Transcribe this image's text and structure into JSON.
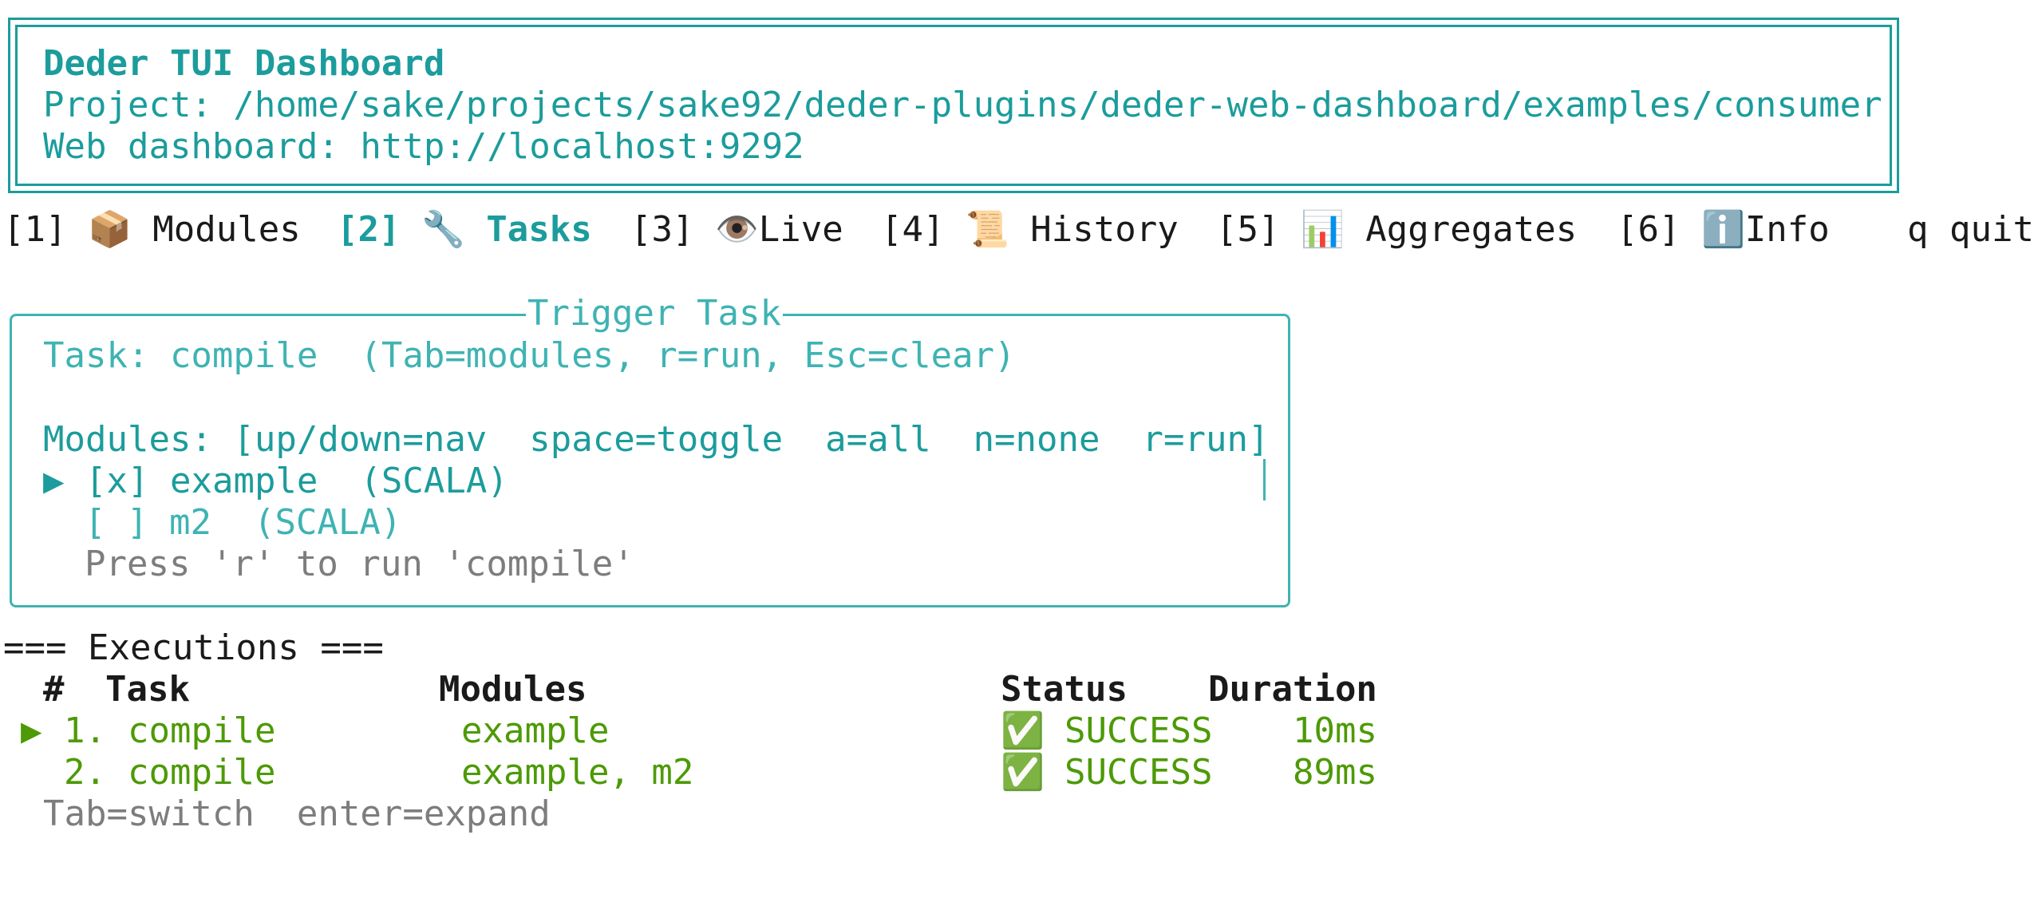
{
  "header": {
    "title": "Deder TUI Dashboard",
    "project_line": "Project: /home/sake/projects/sake92/deder-plugins/deder-web-dashboard/examples/consumer",
    "web_line": "Web dashboard: http://localhost:9292"
  },
  "tabs": [
    {
      "key": "[1]",
      "icon": "📦",
      "label": "Modules"
    },
    {
      "key": "[2]",
      "icon": "🔧",
      "label": "Tasks",
      "active": true
    },
    {
      "key": "[3]",
      "icon": "👁️",
      "label": "Live"
    },
    {
      "key": "[4]",
      "icon": "📜",
      "label": "History"
    },
    {
      "key": "[5]",
      "icon": "📊",
      "label": "Aggregates"
    },
    {
      "key": "[6]",
      "icon": "ℹ️",
      "label": "Info"
    }
  ],
  "quit_label": "q quit",
  "trigger": {
    "title": "Trigger Task",
    "task_line": "Task: compile  (Tab=modules, r=run, Esc=clear)",
    "modules_line": "Modules: [up/down=nav  space=toggle  a=all  n=none  r=run]",
    "selected_marker": "▶",
    "modules": [
      {
        "checkbox": "[x]",
        "name": "example",
        "lang": "(SCALA)",
        "selected": true
      },
      {
        "checkbox": "[ ]",
        "name": "m2",
        "lang": "(SCALA)",
        "selected": false
      }
    ],
    "hint": "Press 'r' to run 'compile'"
  },
  "executions": {
    "heading": "=== Executions ===",
    "columns": [
      "#",
      "Task",
      "Modules",
      "Status",
      "Duration"
    ],
    "rows": [
      {
        "marker": "▶",
        "num": "1.",
        "task": "compile",
        "modules": "example",
        "status_icon": "✅",
        "status": "SUCCESS",
        "duration": "10ms"
      },
      {
        "marker": "",
        "num": "2.",
        "task": "compile",
        "modules": "example, m2",
        "status_icon": "✅",
        "status": "SUCCESS",
        "duration": "89ms"
      }
    ],
    "footer": "Tab=switch  enter=expand"
  },
  "colors": {
    "accent": "#1c9c9c",
    "accent_light": "#3fb3b3",
    "success": "#4d9a06",
    "muted": "#7d7d7d"
  }
}
